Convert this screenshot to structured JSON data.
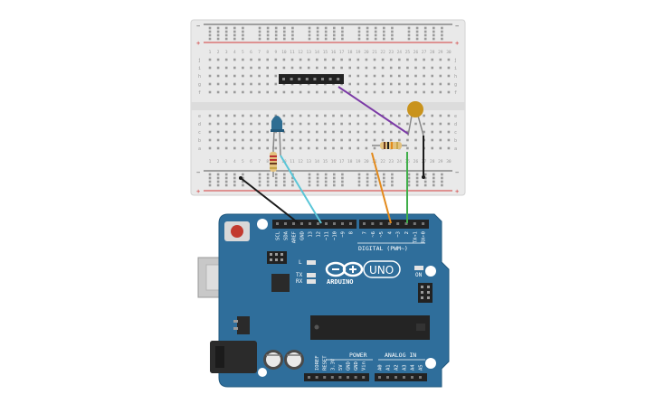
{
  "board": {
    "brand": "ARDUINO",
    "model": "UNO",
    "on_label": "ON",
    "digital_label": "DIGITAL (PWM~)",
    "power_label": "POWER",
    "analog_label": "ANALOG IN",
    "l_label": "L",
    "tx_label": "TX",
    "rx_label": "RX",
    "digital_pins": [
      "SCL",
      "SDA",
      "AREF",
      "GND",
      "13",
      "12",
      "~11",
      "~10",
      "~9",
      "8",
      "7",
      "~6",
      "~5",
      "4",
      "~3",
      "2",
      "TX→1",
      "RX←0"
    ],
    "power_pins": [
      "IOREF",
      "RESET",
      "3.3V",
      "5V",
      "GND",
      "GND",
      "Vin"
    ],
    "analog_pins": [
      "A0",
      "A1",
      "A2",
      "A3",
      "A4",
      "A5"
    ]
  },
  "breadboard": {
    "columns": [
      "1",
      "2",
      "3",
      "4",
      "5",
      "6",
      "7",
      "8",
      "9",
      "10",
      "11",
      "12",
      "13",
      "14",
      "15",
      "16",
      "17",
      "18",
      "19",
      "20",
      "21",
      "22",
      "23",
      "24",
      "25",
      "26",
      "27",
      "28",
      "29",
      "30"
    ],
    "rows_top": [
      "j",
      "i",
      "h",
      "g",
      "f"
    ],
    "rows_bottom": [
      "e",
      "d",
      "c",
      "b",
      "a"
    ],
    "rail_minus": "−",
    "rail_plus": "+"
  },
  "colors": {
    "board_blue": "#2f6e9b",
    "board_edge": "#22597f",
    "breadboard": "#e8e8e8",
    "rail_red": "#d23c3c",
    "wire_black": "#1a1a1a",
    "wire_cyan": "#5ac6d8",
    "wire_orange": "#e38a1c",
    "wire_green": "#3fae49",
    "wire_purple": "#7b3aa6",
    "led_blue": "#2e6d92",
    "capacitor": "#c9931c"
  }
}
